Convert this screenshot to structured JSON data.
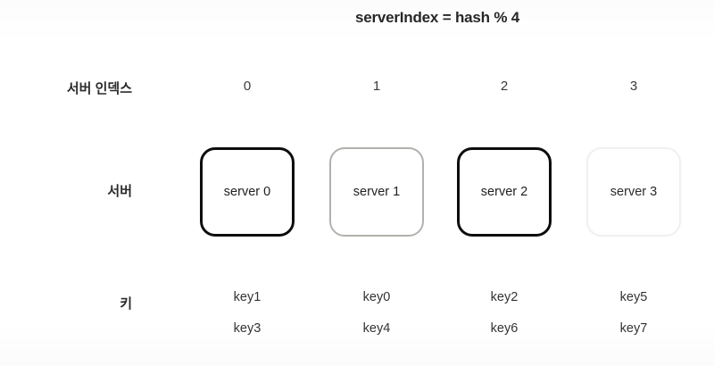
{
  "figure": {
    "title": "serverIndex = hash % 4",
    "row_labels": {
      "index": "서버 인덱스",
      "server": "서버",
      "key": "키"
    }
  },
  "columns": [
    {
      "index": "0",
      "server_label": "server 0",
      "border_weight": "strong",
      "border_color": "#0d0d0d",
      "keys": [
        "key1",
        "key3"
      ]
    },
    {
      "index": "1",
      "server_label": "server 1",
      "border_weight": "medium",
      "border_color": "#b3b0ad",
      "keys": [
        "key0",
        "key4"
      ]
    },
    {
      "index": "2",
      "server_label": "server 2",
      "border_weight": "strong",
      "border_color": "#0d0d0d",
      "keys": [
        "key2",
        "key6"
      ]
    },
    {
      "index": "3",
      "server_label": "server 3",
      "border_weight": "faint",
      "border_color": "#f1f0ee",
      "keys": [
        "key5",
        "key7"
      ]
    }
  ],
  "colors": {
    "background": "#ffffff",
    "text": "#2b2b2b",
    "title_text": "#272727"
  }
}
